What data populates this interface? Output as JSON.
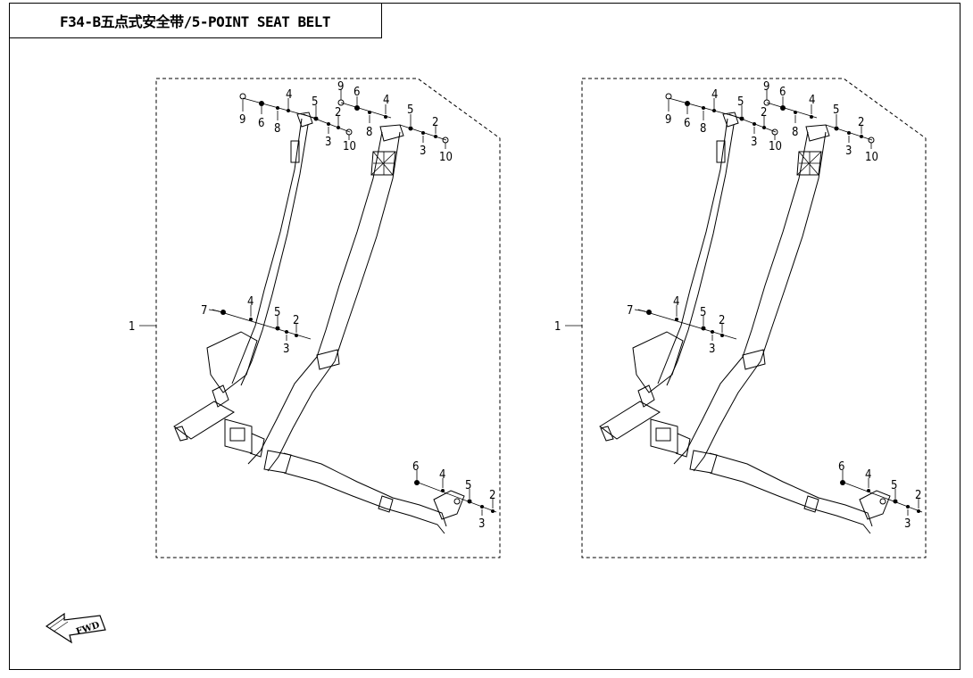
{
  "title": "F34-B五点式安全带/5-POINT SEAT BELT",
  "assembly_ref": "1",
  "parts_top_left": [
    "9",
    "6",
    "8",
    "4",
    "5",
    "3",
    "2",
    "10"
  ],
  "parts_top_right": [
    "9",
    "6",
    "8",
    "4",
    "5",
    "3",
    "2",
    "10"
  ],
  "parts_mid": [
    "7",
    "4",
    "5",
    "3",
    "2"
  ],
  "parts_bottom": [
    "6",
    "4",
    "5",
    "3",
    "2"
  ],
  "fwd_label": "FWD",
  "colors": {
    "line": "#000000",
    "background": "#ffffff"
  }
}
